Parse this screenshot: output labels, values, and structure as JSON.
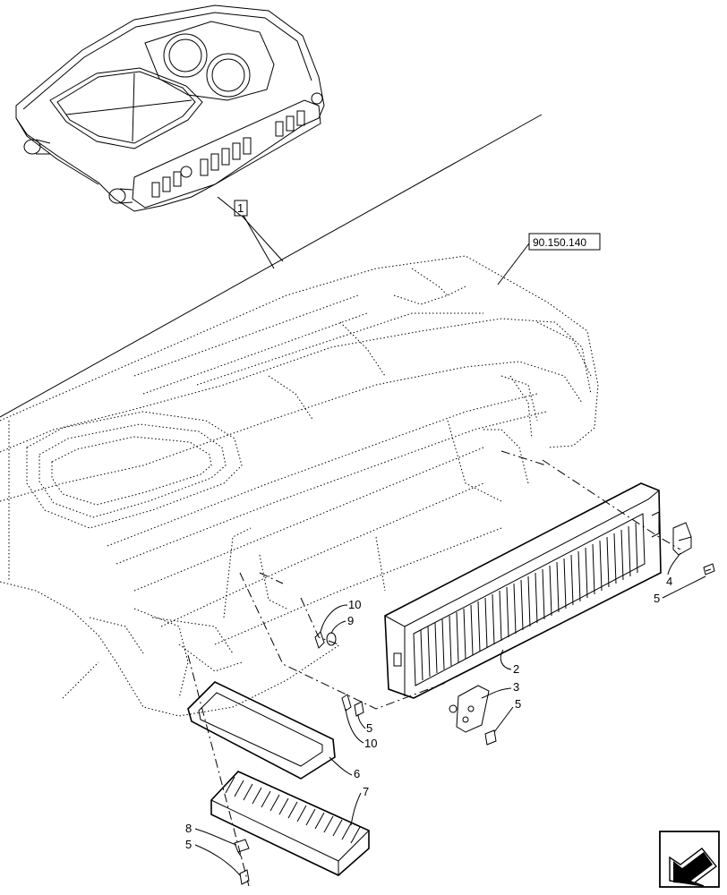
{
  "callouts": {
    "c1": "1",
    "c2": "2",
    "c3": "3",
    "c4": "4",
    "c5_right": "5",
    "c5_mid": "5",
    "c5_lower": "5",
    "c5_bottom": "5",
    "c6": "6",
    "c7": "7",
    "c8": "8",
    "c9": "9",
    "c10_top": "10",
    "c10_bottom": "10"
  },
  "reference": "90.150.140",
  "icons": {
    "nav": "arrow-left-icon"
  }
}
